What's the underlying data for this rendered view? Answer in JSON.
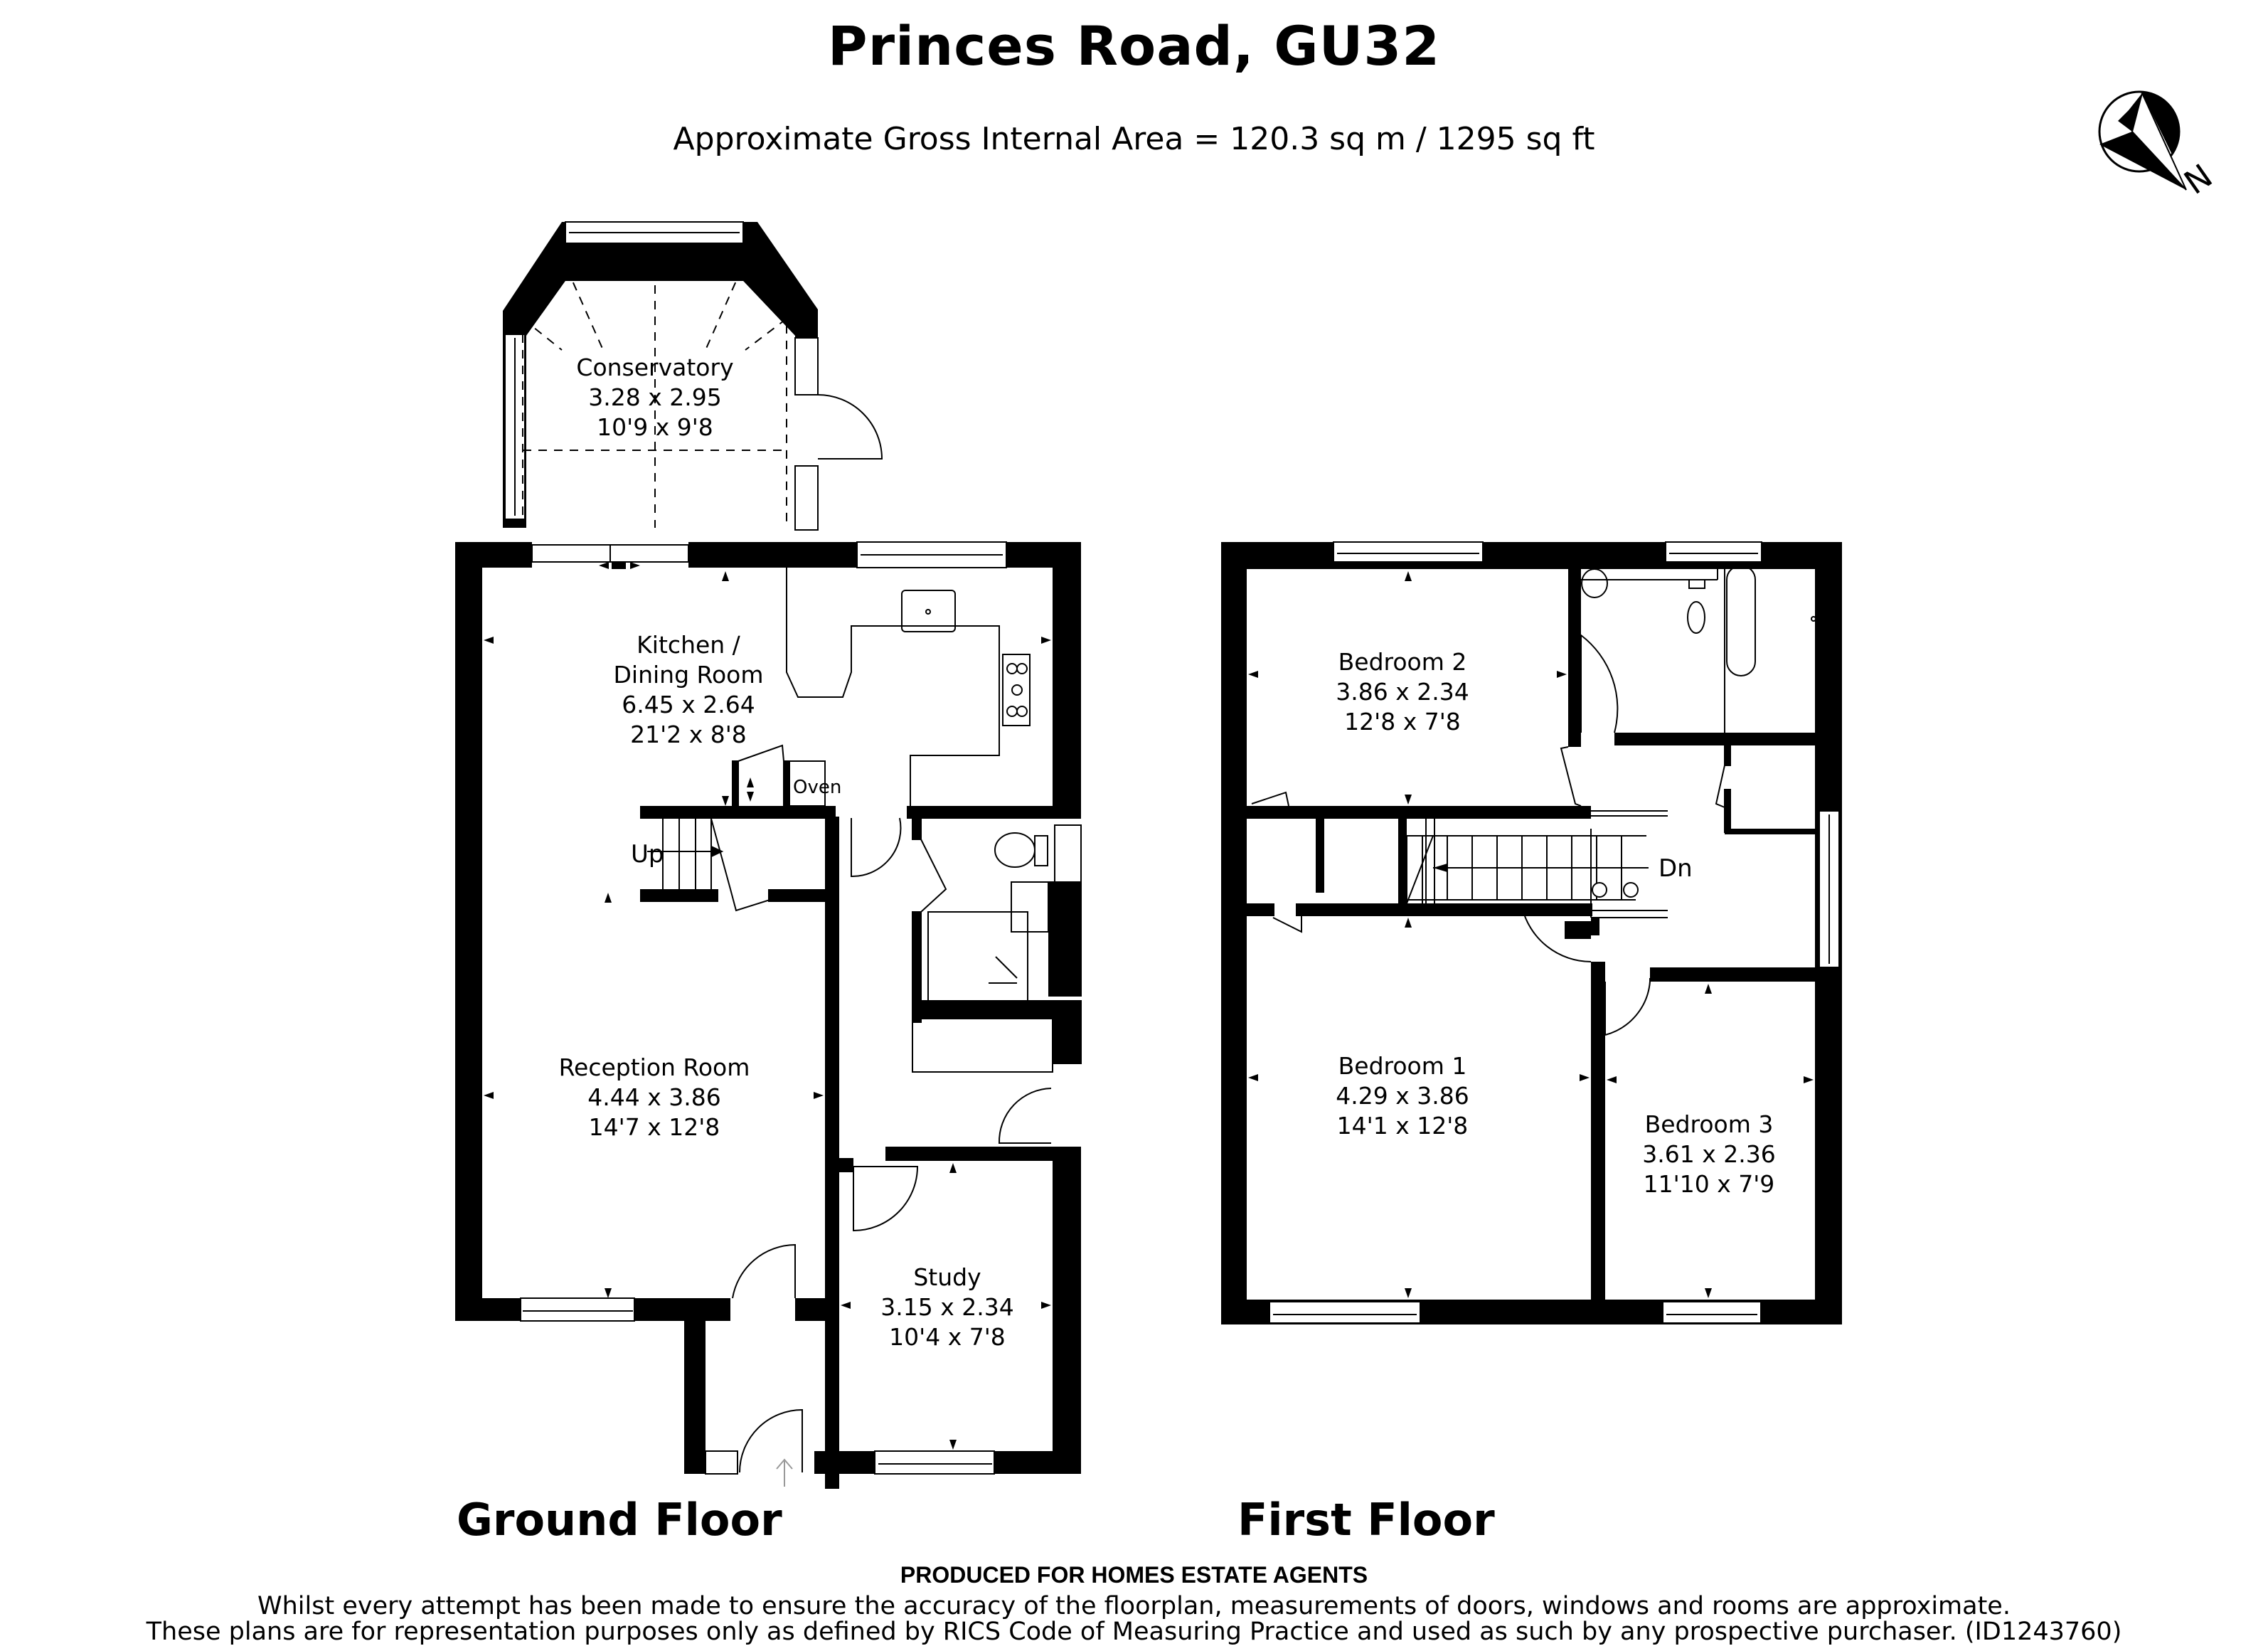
{
  "header": {
    "title": "Princes Road, GU32",
    "area": "Approximate Gross Internal Area = 120.3 sq m / 1295 sq ft"
  },
  "compass": {
    "icon": "north-compass-icon",
    "label": "N"
  },
  "ground_floor": {
    "label": "Ground Floor",
    "rooms": [
      {
        "name": "Conservatory",
        "metric": "3.28 x 2.95",
        "imperial": "10'9 x 9'8"
      },
      {
        "name_line1": "Kitchen /",
        "name_line2": "Dining Room",
        "metric": "6.45 x 2.64",
        "imperial": "21'2 x 8'8"
      },
      {
        "name": "Reception Room",
        "metric": "4.44 x 3.86",
        "imperial": "14'7 x 12'8"
      },
      {
        "name": "Study",
        "metric": "3.15 x 2.34",
        "imperial": "10'4 x 7'8"
      }
    ],
    "annotations": {
      "oven": "Oven",
      "stairs": "Up"
    }
  },
  "first_floor": {
    "label": "First Floor",
    "rooms": [
      {
        "name": "Bedroom 2",
        "metric": "3.86 x 2.34",
        "imperial": "12'8 x 7'8"
      },
      {
        "name": "Bedroom 1",
        "metric": "4.29 x 3.86",
        "imperial": "14'1 x 12'8"
      },
      {
        "name": "Bedroom 3",
        "metric": "3.61 x 2.36",
        "imperial": "11'10 x 7'9"
      }
    ],
    "annotations": {
      "stairs": "Dn"
    }
  },
  "footer": {
    "produced_by": "PRODUCED FOR HOMES ESTATE AGENTS",
    "disclaimer_line1": "Whilst every attempt has been made to ensure the accuracy of the floorplan, measurements of doors, windows and rooms are approximate.",
    "disclaimer_line2": "These plans are for representation purposes only as defined by RICS Code of Measuring Practice and used as such by any prospective purchaser. (ID1243760)"
  },
  "colors": {
    "wall": "#000000",
    "background": "#ffffff",
    "line": "#000000"
  }
}
